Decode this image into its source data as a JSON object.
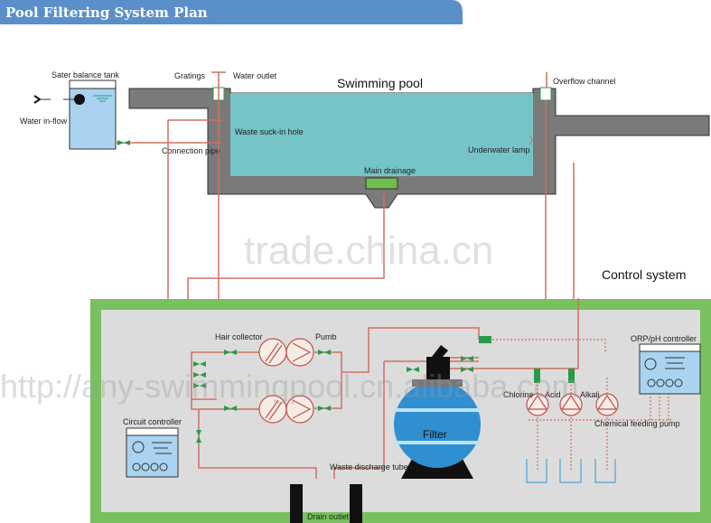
{
  "title": "Pool Filtering System Plan",
  "labels": {
    "balance_tank": "Sater balance tank",
    "water_inflow": "Water in-flow",
    "gratings": "Gratings",
    "water_outlet": "Water outlet",
    "swimming_pool": "Swimming pool",
    "overflow_channel": "Overflow channel",
    "waste_suck_in": "Waste suck-in hole",
    "connection_pipe": "Connection pipe",
    "underwater_lamp": "Underwater lamp",
    "main_drainage": "Main drainage",
    "control_system": "Control system",
    "hair_collector": "Hair collector",
    "pump": "Pumb",
    "circuit_controller": "Circuit controller",
    "filter": "Filter",
    "waste_discharge": "Waste discharge tube",
    "drain_outlet": "Drain outlet",
    "chlorine": "Chlorine",
    "acid": "Acid",
    "alkali": "Alkali",
    "chemical_pump": "Chemical feeding pump",
    "orp_controller": "ORP/pH controller"
  },
  "watermarks": {
    "trade": "trade.china.cn",
    "url": "http://any-swimmingpool.cn.alibaba.com"
  },
  "colors": {
    "header": "#5b8fc9",
    "water": "#74c4c8",
    "wall": "#7a7a7a",
    "frame": "#78c060",
    "pipe": "#d0705e",
    "valve": "#2a9a4a"
  }
}
